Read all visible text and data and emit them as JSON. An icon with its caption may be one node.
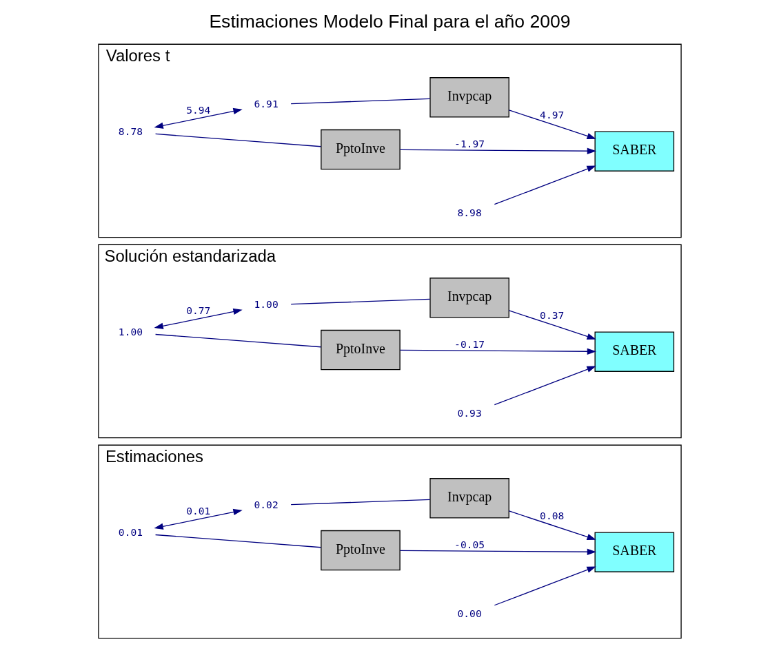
{
  "diagram": {
    "title": "Estimaciones Modelo Final para el año 2009",
    "nodes": [
      {
        "text": [
          "Estimaciones"
        ]
      },
      {
        "text": [
          "0.01"
        ],
        "in": 0
      },
      {
        "text": [
          "PptoInve"
        ],
        "in": 0
      },
      {
        "text": [
          "SABER"
        ],
        "in": 0
      },
      {
        "text": [
          "0.00"
        ],
        "in": 0
      },
      {
        "text": [
          "0.02"
        ],
        "in": 0
      },
      {
        "text": [
          "Invpcap"
        ],
        "in": 0
      },
      {
        "text": [
          "Solución estandarizada"
        ]
      },
      {
        "text": [
          "1.00"
        ],
        "in": 7
      },
      {
        "text": [
          "PptoInve"
        ],
        "in": 7
      },
      {
        "text": [
          "SABER"
        ],
        "in": 7
      },
      {
        "text": [
          "0.93"
        ],
        "in": 7
      },
      {
        "text": [
          "1.00"
        ],
        "in": 7
      },
      {
        "text": [
          "Invpcap"
        ],
        "in": 7
      },
      {
        "text": [
          "Valores t"
        ]
      },
      {
        "text": [
          "8.78"
        ],
        "in": 14
      },
      {
        "text": [
          "PptoInve"
        ],
        "in": 14
      },
      {
        "text": [
          "SABER"
        ],
        "in": 14
      },
      {
        "text": [
          "8.98"
        ],
        "in": 14
      },
      {
        "text": [
          "6.91"
        ],
        "in": 14
      },
      {
        "text": [
          "Invpcap"
        ],
        "in": 14
      }
    ],
    "edges": [
      {
        "from": 1,
        "to": 2,
        "arrow": "none"
      },
      {
        "from": 5,
        "to": 6,
        "arrow": "none"
      },
      {
        "from": 1,
        "to": 5,
        "arrow": "both",
        "label": "0.01"
      },
      {
        "from": 2,
        "to": 3,
        "arrow": "to",
        "label": "-0.05"
      },
      {
        "from": 6,
        "to": 3,
        "arrow": "to",
        "label": "0.08"
      },
      {
        "from": 4,
        "to": 3,
        "arrow": "to"
      },
      {
        "from": 8,
        "to": 9,
        "arrow": "none"
      },
      {
        "from": 12,
        "to": 13,
        "arrow": "none"
      },
      {
        "from": 8,
        "to": 12,
        "arrow": "both",
        "label": "0.77"
      },
      {
        "from": 9,
        "to": 10,
        "arrow": "to",
        "label": "-0.17"
      },
      {
        "from": 13,
        "to": 10,
        "arrow": "to",
        "label": "0.37"
      },
      {
        "from": 11,
        "to": 10,
        "arrow": "to"
      },
      {
        "from": 15,
        "to": 16,
        "arrow": "none"
      },
      {
        "from": 19,
        "to": 20,
        "arrow": "none"
      },
      {
        "from": 15,
        "to": 19,
        "arrow": "both",
        "label": "5.94"
      },
      {
        "from": 16,
        "to": 17,
        "arrow": "to",
        "label": "-1.97"
      },
      {
        "from": 20,
        "to": 17,
        "arrow": "to",
        "label": "4.97"
      },
      {
        "from": 18,
        "to": 17,
        "arrow": "to"
      }
    ]
  }
}
